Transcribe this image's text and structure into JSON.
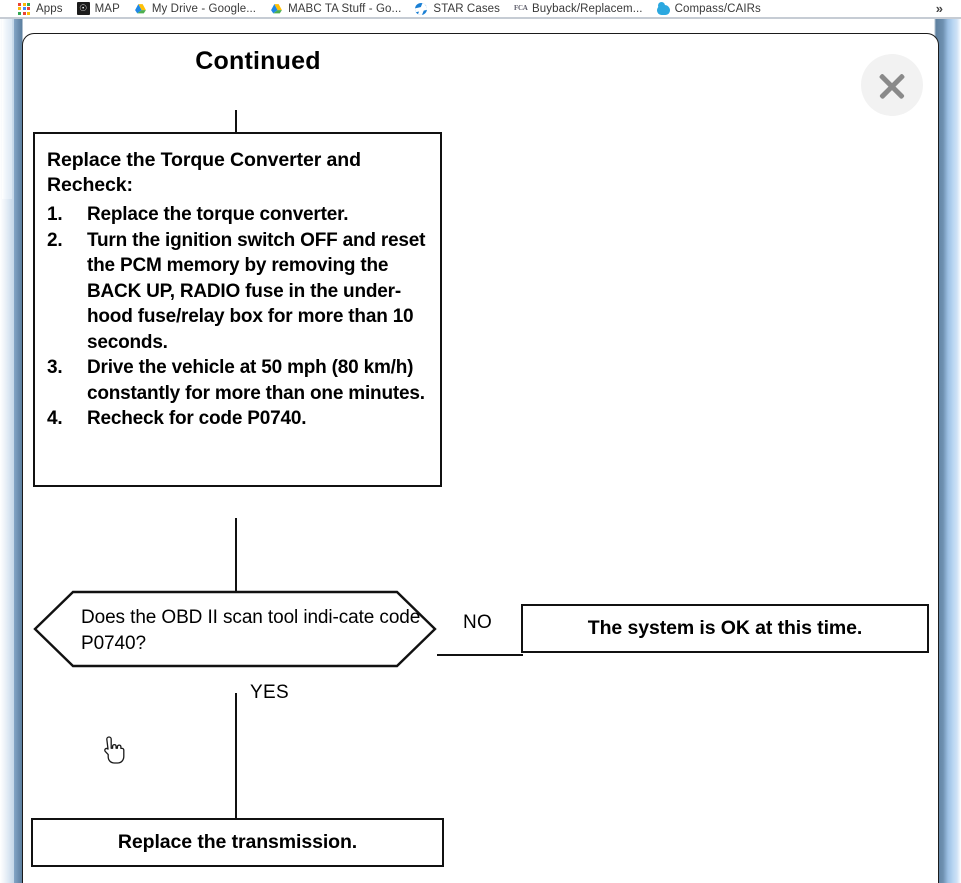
{
  "browser": {
    "bookmarks": [
      {
        "label": "Apps",
        "icon": "apps-grid-icon"
      },
      {
        "label": "MAP",
        "icon": "map-square-icon"
      },
      {
        "label": "My Drive - Google...",
        "icon": "google-drive-icon"
      },
      {
        "label": "MABC TA Stuff - Go...",
        "icon": "google-drive-icon"
      },
      {
        "label": "STAR Cases",
        "icon": "star-globe-icon"
      },
      {
        "label": "Buyback/Replacem...",
        "icon": "fca-wordmark-icon"
      },
      {
        "label": "Compass/CAIRs",
        "icon": "compass-cloud-icon"
      }
    ],
    "overflow_label": "»"
  },
  "dialog": {
    "close_label": "×"
  },
  "flowchart": {
    "continued_label": "Continued",
    "instruction_box": {
      "title": "Replace the Torque Converter and Recheck:",
      "steps": [
        {
          "num": "1.",
          "text": "Replace the torque converter."
        },
        {
          "num": "2.",
          "text": "Turn the ignition switch OFF and reset the PCM memory by removing the BACK UP, RADIO fuse in the under-hood fuse/relay box for more than 10 seconds."
        },
        {
          "num": "3.",
          "text": "Drive the vehicle at 50 mph (80 km/h) constantly for more than one minutes."
        },
        {
          "num": "4.",
          "text": "Recheck for code P0740."
        }
      ]
    },
    "decision": {
      "question": "Does the OBD II scan tool indi-cate code P0740?",
      "yes_label": "YES",
      "no_label": "NO"
    },
    "no_outcome": "The system is OK at this time.",
    "yes_outcome": "Replace the transmission."
  },
  "colors": {
    "frame_blue": "#5c7f9f",
    "ink": "#111111",
    "close_bg": "#f2f2f2",
    "close_glyph": "#8a8a8a"
  }
}
